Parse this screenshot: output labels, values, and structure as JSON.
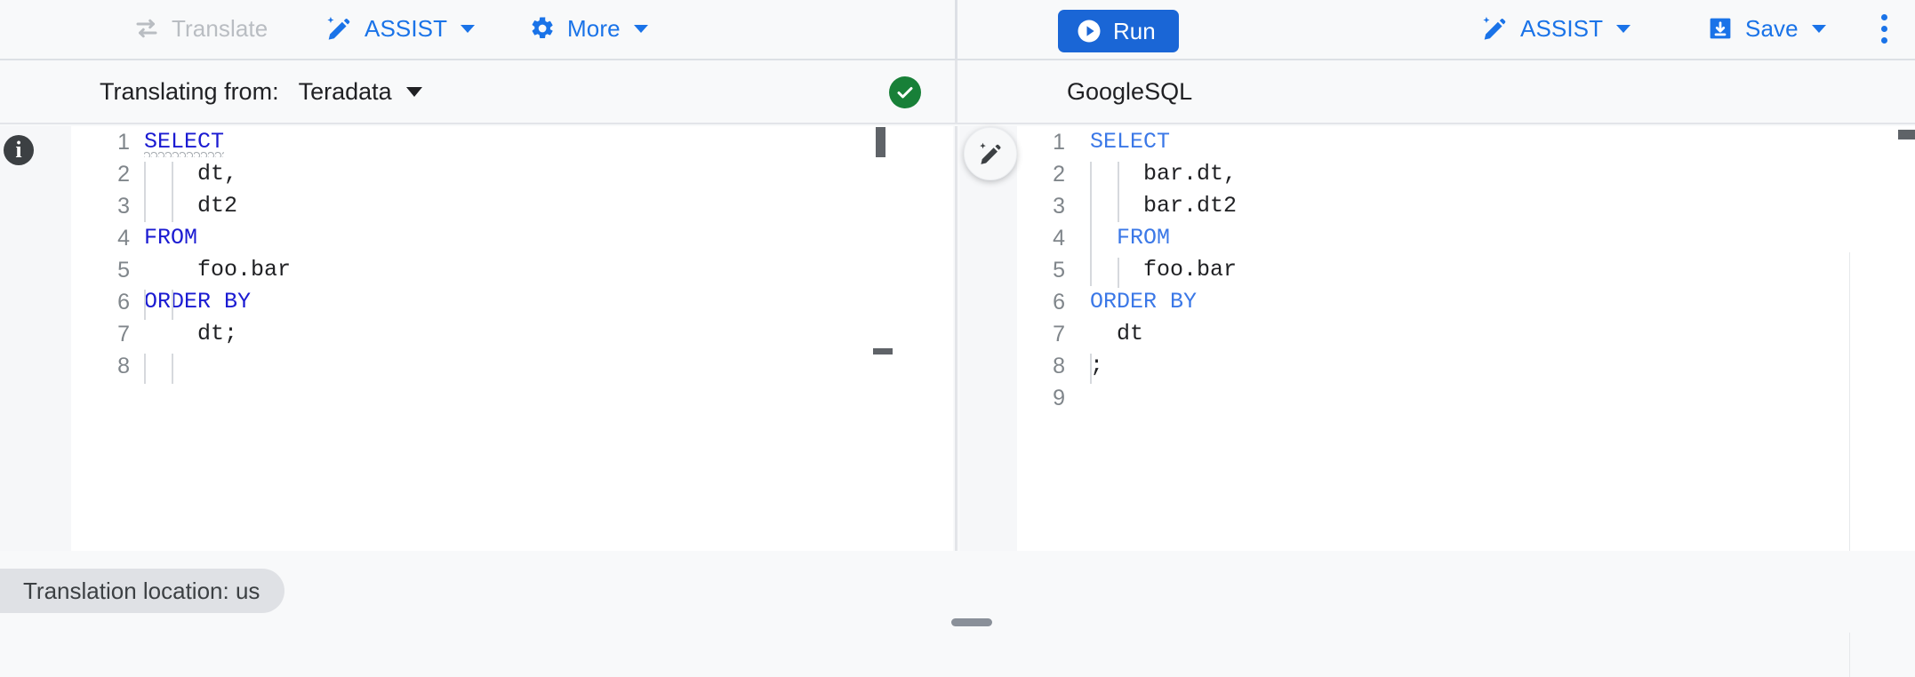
{
  "toolbar": {
    "left": {
      "translate_label": "Translate",
      "translate_icon": "swap-horizontal-icon",
      "translate_disabled": true,
      "assist_label": "ASSIST",
      "assist_icon": "magic-pencil-icon",
      "more_label": "More",
      "more_icon": "gear-icon"
    },
    "right": {
      "run_label": "Run",
      "run_icon": "play-circle-icon",
      "assist_label": "ASSIST",
      "assist_icon": "magic-pencil-icon",
      "save_label": "Save",
      "save_icon": "save-download-icon",
      "overflow_icon": "more-vertical-icon"
    },
    "accent_color": "#1a73e8",
    "run_button_color": "#1a66d6",
    "disabled_color": "#b9bdc2"
  },
  "subheader": {
    "translating_from_label": "Translating from:",
    "source_dialect": "Teradata",
    "status_icon": "check-circle-icon",
    "status_color": "#188038",
    "target_dialect": "GoogleSQL"
  },
  "source_editor": {
    "info_icon": "info-icon",
    "keyword_color": "#1b1bd2",
    "lines": [
      {
        "n": "1",
        "text": "SELECT",
        "kw": true,
        "underline": true
      },
      {
        "n": "2",
        "text": "    dt,",
        "kw": false,
        "underline": false
      },
      {
        "n": "3",
        "text": "    dt2",
        "kw": false,
        "underline": false
      },
      {
        "n": "4",
        "text": "FROM",
        "kw": true,
        "underline": false
      },
      {
        "n": "5",
        "text": "    foo.bar",
        "kw": false,
        "underline": false
      },
      {
        "n": "6",
        "text": "ORDER BY",
        "kw": true,
        "underline": false
      },
      {
        "n": "7",
        "text": "    dt;",
        "kw": false,
        "underline": false
      },
      {
        "n": "8",
        "text": "",
        "kw": false,
        "underline": false
      }
    ]
  },
  "target_editor": {
    "assist_fab_icon": "magic-pencil-icon",
    "keyword_color": "#3b78e7",
    "lines": [
      {
        "n": "1",
        "text": "SELECT",
        "kw": true
      },
      {
        "n": "2",
        "text": "    bar.dt,",
        "kw": false
      },
      {
        "n": "3",
        "text": "    bar.dt2",
        "kw": false
      },
      {
        "n": "4",
        "text": "  FROM",
        "kw": true
      },
      {
        "n": "5",
        "text": "    foo.bar",
        "kw": false
      },
      {
        "n": "6",
        "text": "ORDER BY",
        "kw": true
      },
      {
        "n": "7",
        "text": "  dt",
        "kw": false
      },
      {
        "n": "8",
        "text": ";",
        "kw": false
      },
      {
        "n": "9",
        "text": "",
        "kw": false
      }
    ]
  },
  "statusbar": {
    "location_label": "Translation location: us"
  }
}
